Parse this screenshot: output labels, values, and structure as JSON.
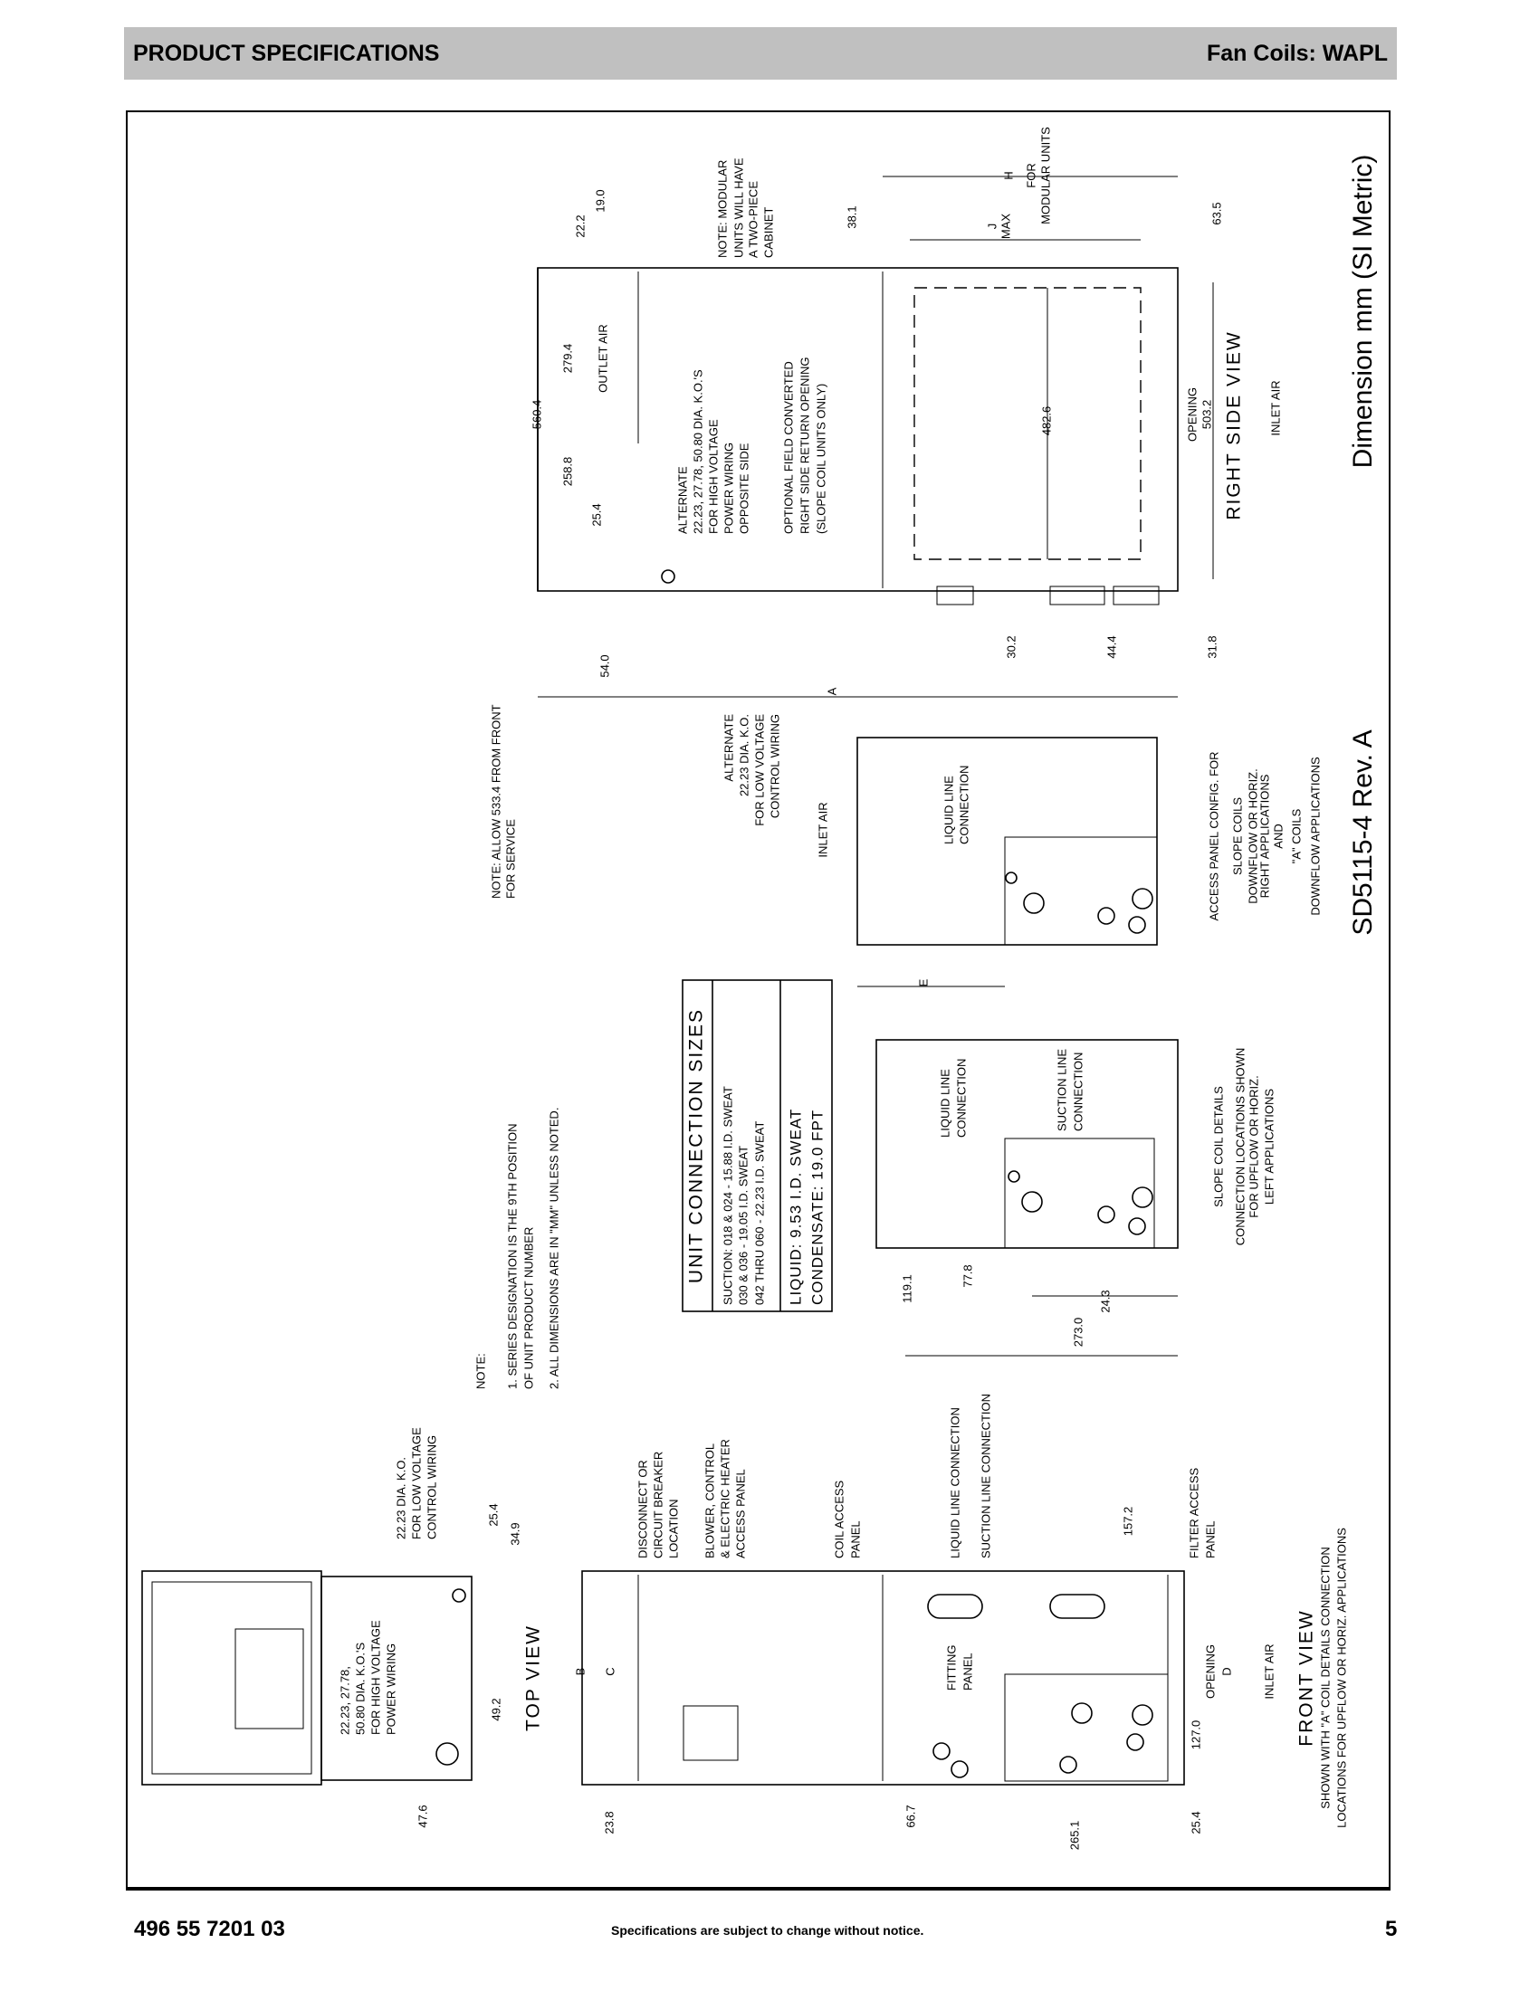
{
  "header": {
    "left": "PRODUCT SPECIFICATIONS",
    "right": "Fan Coils: WAPL"
  },
  "footer": {
    "doc_number": "496 55 7201 03",
    "notice": "Specifications are subject  to change without notice.",
    "page": "5"
  },
  "drawing": {
    "dimension_title": "Dimension mm (SI Metric)",
    "drawing_number": "SD5115-4  Rev. A",
    "dims": [
      "22.2",
      "19.0",
      "38.1",
      "63.5",
      "560.4",
      "279.4",
      "258.8",
      "25.4",
      "482.6",
      "54.0",
      "30.2",
      "44.4",
      "31.8",
      "A",
      "E",
      "H",
      "J",
      "MAX",
      "119.1",
      "77.8",
      "24.3",
      "273.0",
      "25.4",
      "34.9",
      "49.2",
      "47.6",
      "23.8",
      "66.7",
      "265.1",
      "127.0",
      "25.4",
      "157.2",
      "B",
      "C"
    ],
    "callouts": {
      "modular_note": [
        "NOTE: MODULAR",
        "UNITS WILL HAVE",
        "A TWO-PIECE",
        "CABINET"
      ],
      "modular_units": [
        "FOR",
        "MODULAR UNITS"
      ],
      "alt_high_voltage": [
        "ALTERNATE",
        "22.23, 27.78, 50.80 DIA. K.O.'S",
        "FOR HIGH VOLTAGE",
        "POWER WIRING",
        "OPPOSITE SIDE"
      ],
      "optional_return": [
        "OPTIONAL FIELD CONVERTED",
        "RIGHT SIDE RETURN OPENING",
        "(SLOPE COIL UNITS ONLY)"
      ],
      "alt_low_voltage": [
        "ALTERNATE",
        "22.23 DIA. K.O.",
        "FOR LOW VOLTAGE",
        "CONTROL WIRING"
      ],
      "right_opening": [
        "OPENING",
        "503.2"
      ],
      "right_side_view": [
        "RIGHT SIDE VIEW"
      ],
      "outlet_air": [
        "OUTLET AIR"
      ],
      "inlet_air_right": [
        "INLET AIR"
      ],
      "inlet_air_access": [
        "INLET AIR"
      ],
      "inlet_air_front": [
        "INLET AIR"
      ],
      "access_liquid": [
        "LIQUID LINE",
        "CONNECTION"
      ],
      "access_panel_title": [
        "ACCESS PANEL CONFIG. FOR",
        "SLOPE COILS",
        "DOWNFLOW OR HORIZ.",
        "RIGHT APPLICATIONS",
        "AND",
        "\"A\" COILS",
        "DOWNFLOW APPLICATIONS"
      ],
      "slope_liquid": [
        "LIQUID LINE",
        "CONNECTION"
      ],
      "slope_suction": [
        "SUCTION LINE",
        "CONNECTION"
      ],
      "slope_title": [
        "SLOPE COIL DETAILS",
        "CONNECTION LOCATIONS SHOWN",
        "FOR UPFLOW OR HORIZ.",
        "LEFT APPLICATIONS"
      ],
      "service_note": [
        "NOTE: ALLOW 533.4 FROM FRONT",
        "FOR SERVICE"
      ],
      "notes": [
        "NOTE:",
        "1. SERIES DESIGNATION IS THE 9TH POSITION",
        "OF UNIT PRODUCT NUMBER",
        "2. ALL DIMENSIONS ARE IN \"MM\" UNLESS NOTED."
      ],
      "top_low_voltage": [
        "22.23 DIA. K.O.",
        "FOR LOW VOLTAGE",
        "CONTROL WIRING"
      ],
      "top_high_voltage": [
        "22.23, 27.78,",
        "50.80 DIA. K.O.'S",
        "FOR HIGH VOLTAGE",
        "POWER WIRING"
      ],
      "top_view": [
        "TOP VIEW"
      ],
      "disconnect": [
        "DISCONNECT OR",
        "CIRCUIT BREAKER",
        "LOCATION"
      ],
      "blower_panel": [
        "BLOWER, CONTROL",
        "& ELECTRIC HEATER",
        "ACCESS PANEL"
      ],
      "coil_access": [
        "COIL ACCESS",
        "PANEL"
      ],
      "front_liquid": [
        "LIQUID LINE CONNECTION"
      ],
      "front_suction": [
        "SUCTION LINE CONNECTION"
      ],
      "filter_access": [
        "FILTER ACCESS",
        "PANEL"
      ],
      "fitting_panel": [
        "FITTING",
        "PANEL"
      ],
      "front_opening": [
        "OPENING",
        "D"
      ],
      "front_view": [
        "FRONT VIEW"
      ],
      "front_note": [
        "SHOWN WITH \"A\" COIL DETAILS CONNECTION",
        "LOCATIONS FOR UPFLOW OR HORIZ. APPLICATIONS"
      ]
    },
    "connection_table": {
      "title": "UNIT CONNECTION SIZES",
      "suction_lines": [
        "SUCTION: 018 & 024 - 15.88 I.D. SWEAT",
        "030 & 036 - 19.05 I.D. SWEAT",
        "042 THRU 060 - 22.23 I.D. SWEAT"
      ],
      "liquid": "LIQUID: 9.53 I.D. SWEAT",
      "condensate": "CONDENSATE: 19.0 FPT"
    }
  }
}
